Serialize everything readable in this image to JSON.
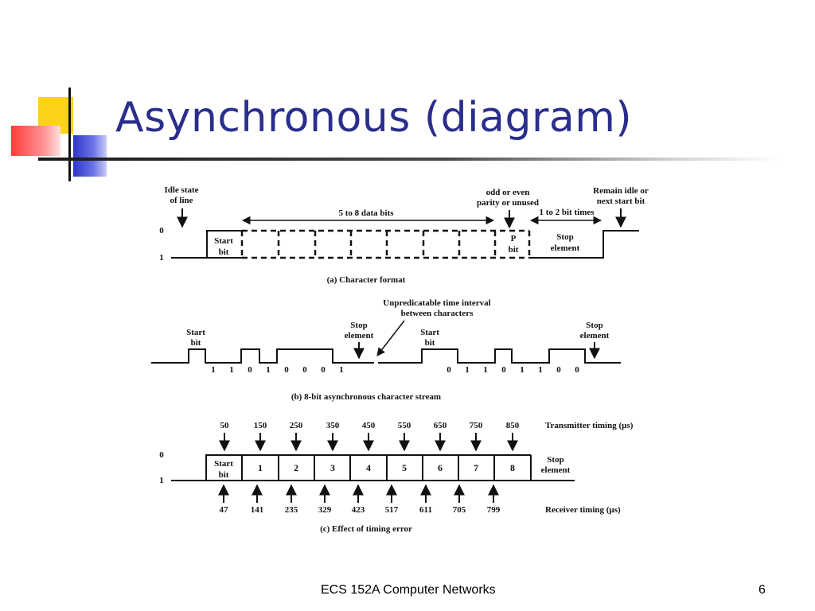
{
  "slide": {
    "title": "Asynchronous (diagram)",
    "footer": "ECS 152A  Computer Networks",
    "page_number": "6"
  },
  "colors": {
    "title": "#2a2e8c",
    "logo_yellow": "#ffd21a",
    "logo_red": "#ff3b3b",
    "logo_blue": "#2e36c9",
    "line": "#111111"
  },
  "panel_a": {
    "idle_state": [
      "Idle state",
      "of line"
    ],
    "level_0": "0",
    "level_1": "1",
    "data_bits": "5 to 8 data bits",
    "parity": [
      "odd or even",
      "parity or unused"
    ],
    "remain_idle": [
      "Remain idle or",
      "next start bit"
    ],
    "bit_times": "1 to 2 bit times",
    "start_bit": [
      "Start",
      "bit"
    ],
    "p_bit": [
      "P",
      "bit"
    ],
    "stop_element": [
      "Stop",
      "element"
    ],
    "caption": "(a) Character format"
  },
  "panel_b": {
    "interval": [
      "Unpredicatable time interval",
      "between characters"
    ],
    "start_bit": [
      "Start",
      "bit"
    ],
    "stop_element": [
      "Stop",
      "element"
    ],
    "bits_char1": [
      "1",
      "1",
      "0",
      "1",
      "0",
      "0",
      "0",
      "1"
    ],
    "bits_char2": [
      "0",
      "1",
      "1",
      "0",
      "1",
      "1",
      "0",
      "0"
    ],
    "caption": "(b) 8-bit asynchronous character stream"
  },
  "panel_c": {
    "level_0": "0",
    "level_1": "1",
    "transmitter_times": [
      "50",
      "150",
      "250",
      "350",
      "450",
      "550",
      "650",
      "750",
      "850"
    ],
    "receiver_times": [
      "47",
      "141",
      "235",
      "329",
      "423",
      "517",
      "611",
      "705",
      "799"
    ],
    "transmitter_label": "Transmitter timing (µs)",
    "receiver_label": "Receiver timing (µs)",
    "start_bit": [
      "Start",
      "bit"
    ],
    "data_bits": [
      "1",
      "2",
      "3",
      "4",
      "5",
      "6",
      "7",
      "8"
    ],
    "stop_element": [
      "Stop",
      "element"
    ],
    "caption": "(c) Effect of timing error"
  }
}
